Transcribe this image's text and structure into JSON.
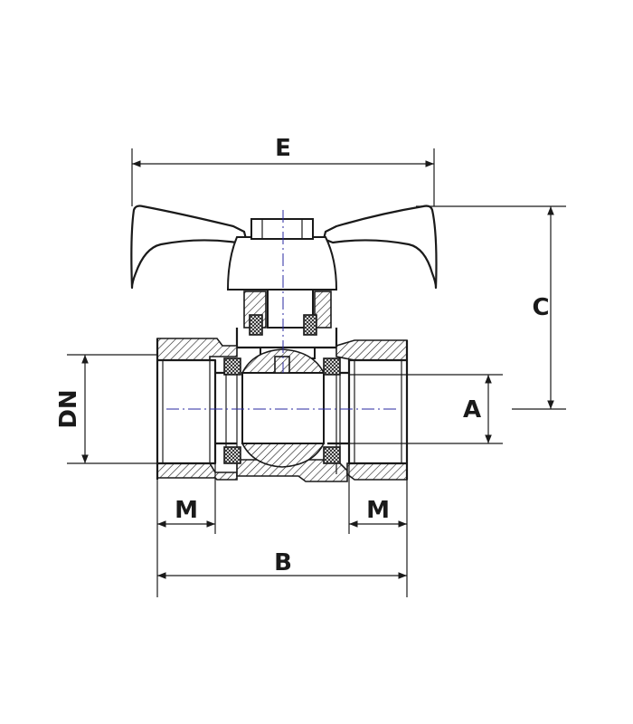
{
  "dimensions": {
    "e": "E",
    "c": "C",
    "dn": "DN",
    "a": "A",
    "m_left": "M",
    "m_right": "M",
    "b": "B"
  },
  "colors": {
    "line": "#1a1a1a",
    "axis": "#2a2aa0",
    "background": "#ffffff"
  }
}
